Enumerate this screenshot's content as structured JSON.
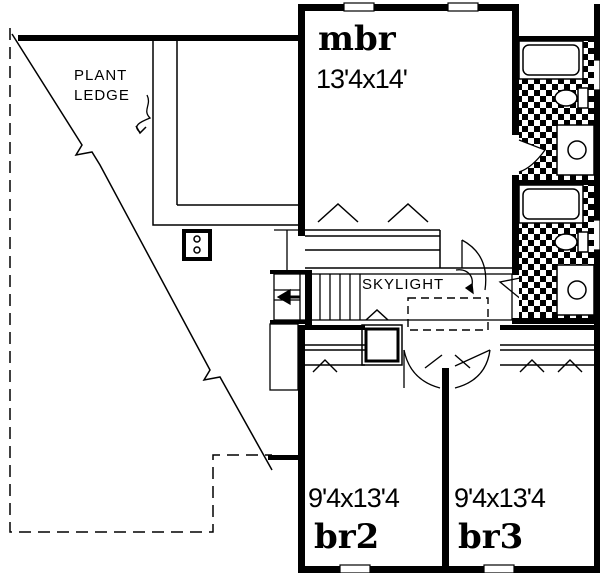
{
  "rooms": {
    "mbr": {
      "name": "mbr",
      "dimensions": "13'4x14'"
    },
    "br2": {
      "name": "br2",
      "dimensions": "9'4x13'4"
    },
    "br3": {
      "name": "br3",
      "dimensions": "9'4x13'4"
    }
  },
  "notes": {
    "plant_ledge_line1": "PLANT",
    "plant_ledge_line2": "LEDGE",
    "skylight": "SKYLIGHT"
  },
  "colors": {
    "ink": "#000000",
    "paper": "#ffffff",
    "tile": "#000000"
  }
}
